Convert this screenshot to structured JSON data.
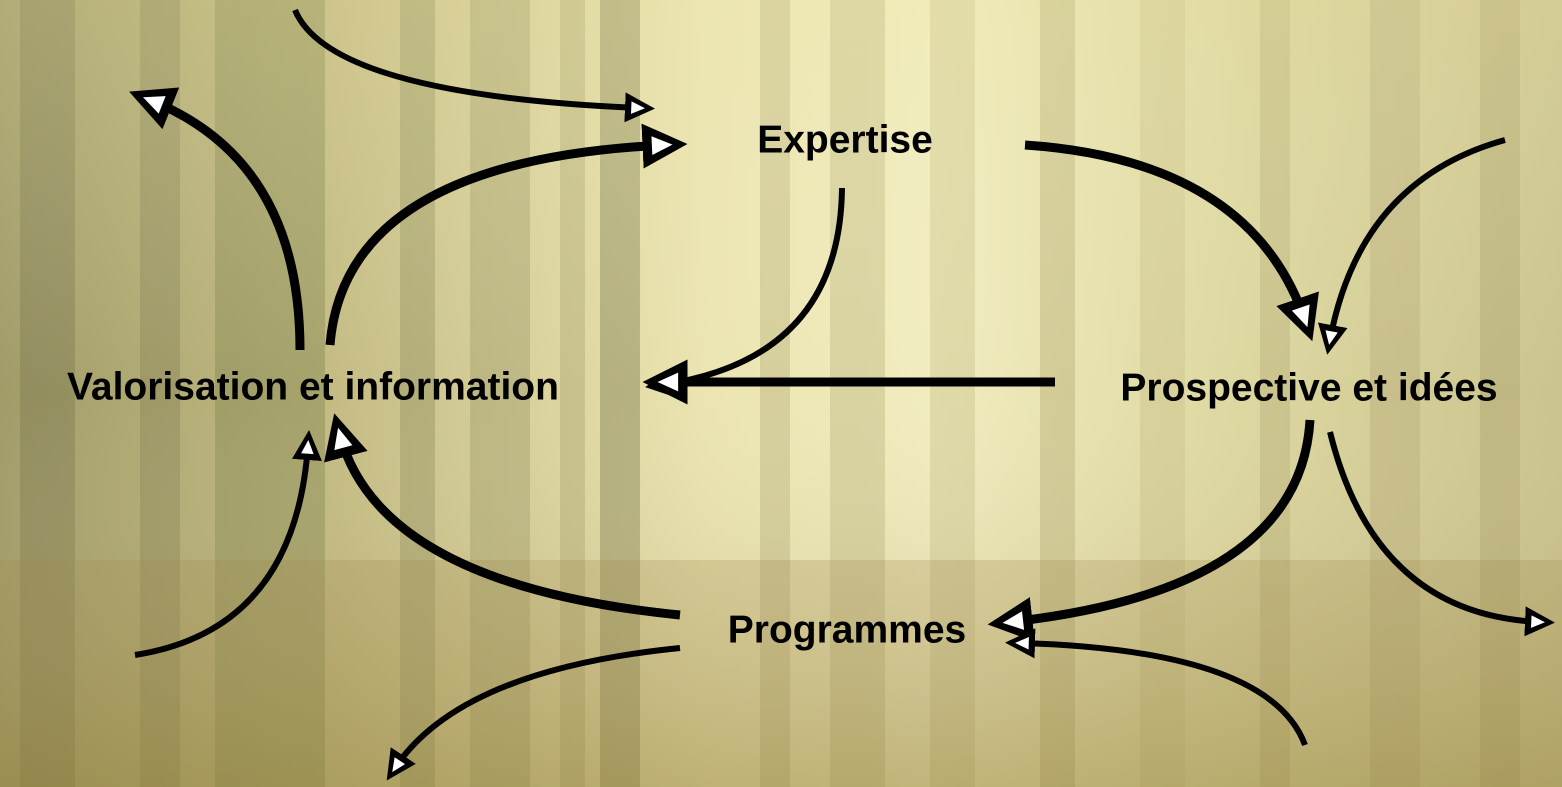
{
  "theme": {
    "arrow_color": "#000000",
    "arrowhead_highlight": "#ffffff",
    "text_color": "#000000",
    "background_tones": [
      "#a89a5c",
      "#d6cf8e",
      "#efe9b3",
      "#8f8a4d",
      "#5f6a32"
    ]
  },
  "background": {
    "description_icon": "forest-photo-background"
  },
  "nodes": {
    "expertise": "Expertise",
    "valorisation": "Valorisation et information",
    "prospective": "Prospective et idées",
    "programmes": "Programmes"
  }
}
